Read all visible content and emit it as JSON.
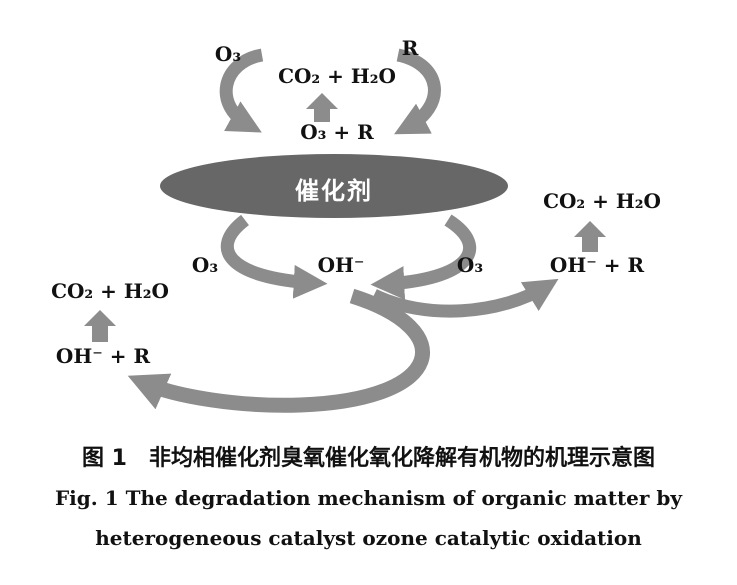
{
  "figure": {
    "labels": {
      "o3_top_left": "O₃",
      "r_top_right": "R",
      "co2_h2o_top": "CO₂ + H₂O",
      "o3_r": "O₃ + R",
      "catalyst": "催化剂",
      "o3_bottom_left": "O₃",
      "oh_center": "OH⁻",
      "o3_bottom_right": "O₃",
      "co2_h2o_right": "CO₂ + H₂O",
      "oh_r_right": "OH⁻ + R",
      "co2_h2o_left": "CO₂ + H₂O",
      "oh_r_left": "OH⁻ + R"
    },
    "colors": {
      "arrow": "#8c8c8c",
      "ellipse": "#676767",
      "text": "#111111",
      "catalyst_text": "#ffffff",
      "background": "#ffffff"
    }
  },
  "caption": {
    "line1_zh": "图 1　非均相催化剂臭氧催化氧化降解有机物的机理示意图",
    "line2_en": "Fig. 1  The degradation mechanism of organic matter by",
    "line3_en": "heterogeneous catalyst ozone catalytic oxidation"
  }
}
